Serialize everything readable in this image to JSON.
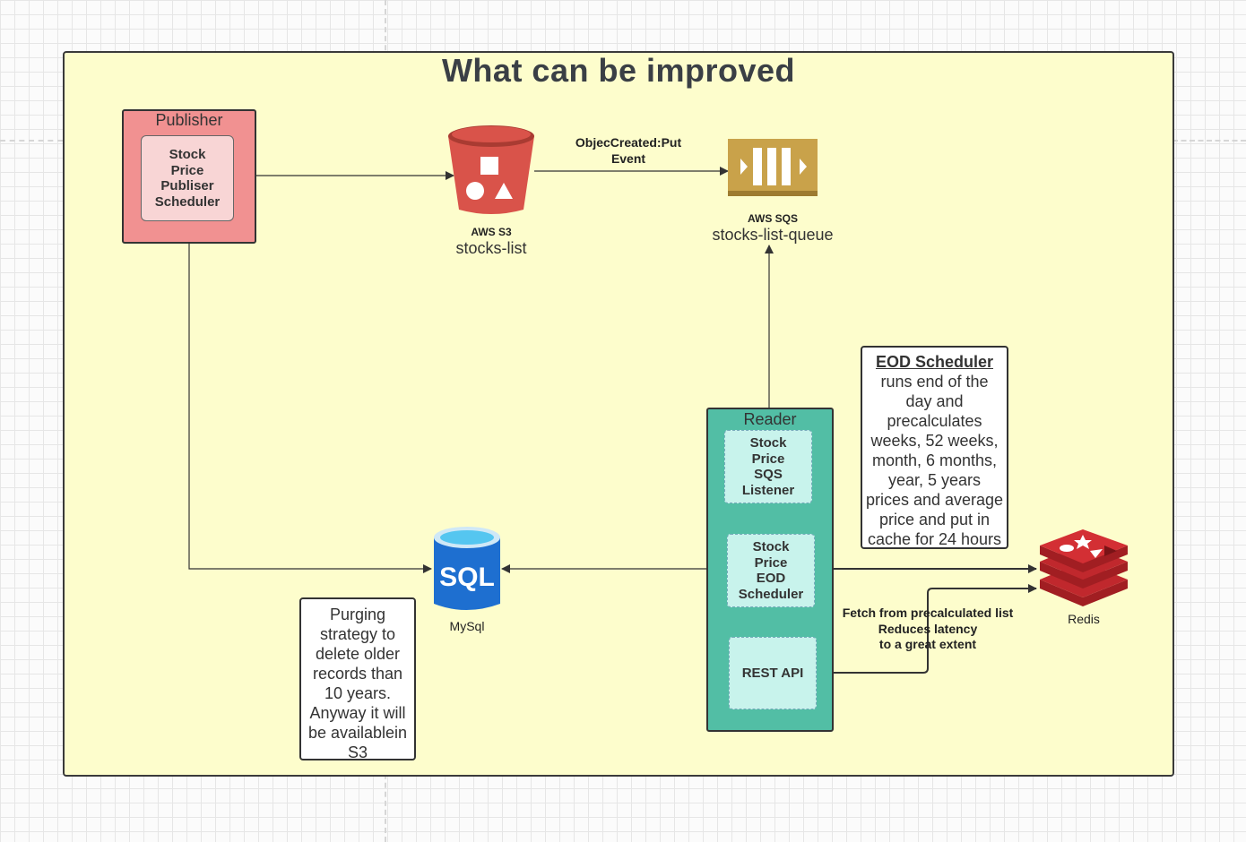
{
  "diagram": {
    "title": "What can be improved",
    "publisher": {
      "label": "Publisher",
      "inner": "Stock\nPrice\nPubliser\nScheduler"
    },
    "s3": {
      "type": "AWS S3",
      "name": "stocks-list"
    },
    "sqs": {
      "type": "AWS SQS",
      "name": "stocks-list-queue"
    },
    "event_label": "ObjecCreated:Put\nEvent",
    "reader": {
      "label": "Reader",
      "listener": "Stock\nPrice\nSQS\nListener",
      "eod": "Stock\nPrice\nEOD\nScheduler",
      "rest": "REST API"
    },
    "mysql": {
      "name": "MySql",
      "icon_text": "SQL"
    },
    "redis": {
      "name": "Redis"
    },
    "purge_note": "Purging\nstrategy to\ndelete older\nrecords than\n10 years.\nAnyway it will\nbe availablein\nS3",
    "eod_note": {
      "heading": "EOD Scheduler",
      "body": "runs end of the\nday and\nprecalculates\nweeks, 52 weeks,\nmonth, 6 months,\nyear, 5 years\nprices and average\nprice and put in\ncache for 24 hours"
    },
    "fetch_label": "Fetch from precalculated list\nReduces latency\nto a great extent",
    "colors": {
      "frame_fill": "#fdfdcc",
      "publisher_fill": "#f19191",
      "reader_fill": "#52bea5",
      "s3": "#d9534a",
      "sqs": "#c9a24a",
      "mysql": "#1e6fd0",
      "redis": "#c0282d"
    }
  }
}
